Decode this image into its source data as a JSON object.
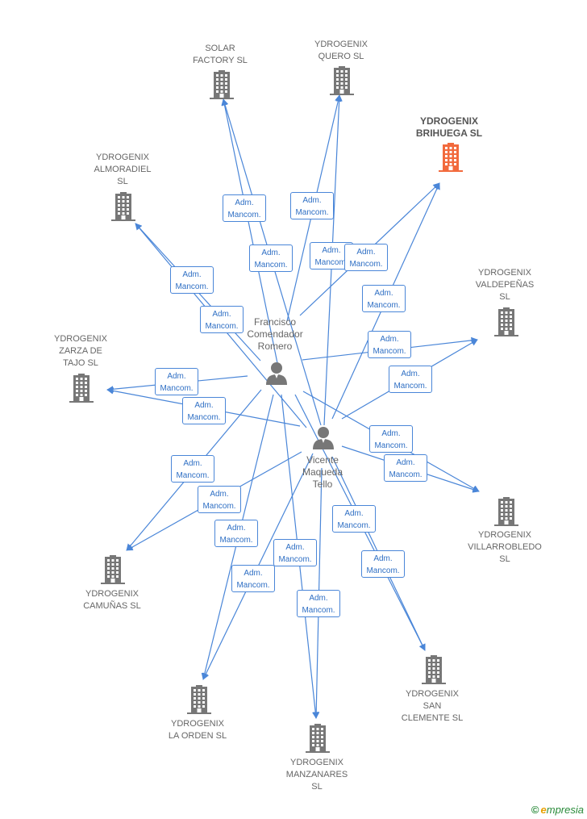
{
  "edge_label": {
    "line1": "Adm.",
    "line2": "Mancom."
  },
  "people": [
    {
      "id": "francisco",
      "lines": [
        "Francisco",
        "Comendador",
        "Romero"
      ]
    },
    {
      "id": "vicente",
      "lines": [
        "Vicente",
        "Maqueda",
        "Tello"
      ]
    }
  ],
  "companies": [
    {
      "id": "solar",
      "lines": [
        "SOLAR",
        "FACTORY  SL"
      ],
      "highlight": false
    },
    {
      "id": "quero",
      "lines": [
        "YDROGENIX",
        "QUERO  SL"
      ],
      "highlight": false
    },
    {
      "id": "brihuega",
      "lines": [
        "YDROGENIX",
        "BRIHUEGA  SL"
      ],
      "highlight": true
    },
    {
      "id": "almoradiel",
      "lines": [
        "YDROGENIX",
        "ALMORADIEL",
        "SL"
      ],
      "highlight": false
    },
    {
      "id": "valdepenas",
      "lines": [
        "YDROGENIX",
        "VALDEPEÑAS",
        "SL"
      ],
      "highlight": false
    },
    {
      "id": "zarza",
      "lines": [
        "YDROGENIX",
        "ZARZA DE",
        "TAJO  SL"
      ],
      "highlight": false
    },
    {
      "id": "villarrobledo",
      "lines": [
        "YDROGENIX",
        "VILLARROBLEDO",
        "SL"
      ],
      "highlight": false
    },
    {
      "id": "camunas",
      "lines": [
        "YDROGENIX",
        "CAMUÑAS  SL"
      ],
      "highlight": false
    },
    {
      "id": "sanclemente",
      "lines": [
        "YDROGENIX",
        "SAN",
        "CLEMENTE  SL"
      ],
      "highlight": false
    },
    {
      "id": "laorden",
      "lines": [
        "YDROGENIX",
        "LA ORDEN  SL"
      ],
      "highlight": false
    },
    {
      "id": "manzanares",
      "lines": [
        "YDROGENIX",
        "MANZANARES",
        "SL"
      ],
      "highlight": false
    }
  ],
  "edges": [
    {
      "from": "francisco",
      "to": "solar"
    },
    {
      "from": "vicente",
      "to": "solar"
    },
    {
      "from": "francisco",
      "to": "quero"
    },
    {
      "from": "vicente",
      "to": "quero"
    },
    {
      "from": "francisco",
      "to": "brihuega"
    },
    {
      "from": "vicente",
      "to": "brihuega"
    },
    {
      "from": "francisco",
      "to": "almoradiel"
    },
    {
      "from": "vicente",
      "to": "almoradiel"
    },
    {
      "from": "francisco",
      "to": "valdepenas"
    },
    {
      "from": "vicente",
      "to": "valdepenas"
    },
    {
      "from": "francisco",
      "to": "zarza"
    },
    {
      "from": "vicente",
      "to": "zarza"
    },
    {
      "from": "francisco",
      "to": "villarrobledo"
    },
    {
      "from": "vicente",
      "to": "villarrobledo"
    },
    {
      "from": "francisco",
      "to": "camunas"
    },
    {
      "from": "vicente",
      "to": "camunas"
    },
    {
      "from": "francisco",
      "to": "sanclemente"
    },
    {
      "from": "vicente",
      "to": "sanclemente"
    },
    {
      "from": "francisco",
      "to": "laorden"
    },
    {
      "from": "vicente",
      "to": "laorden"
    },
    {
      "from": "francisco",
      "to": "manzanares"
    },
    {
      "from": "vicente",
      "to": "manzanares"
    }
  ],
  "colors": {
    "edge": "#4a86d8",
    "building": "#777777",
    "building_highlight": "#f26a3d",
    "person": "#777777"
  },
  "brand": {
    "copyright": "©",
    "initial": "e",
    "rest": "mpresia"
  }
}
